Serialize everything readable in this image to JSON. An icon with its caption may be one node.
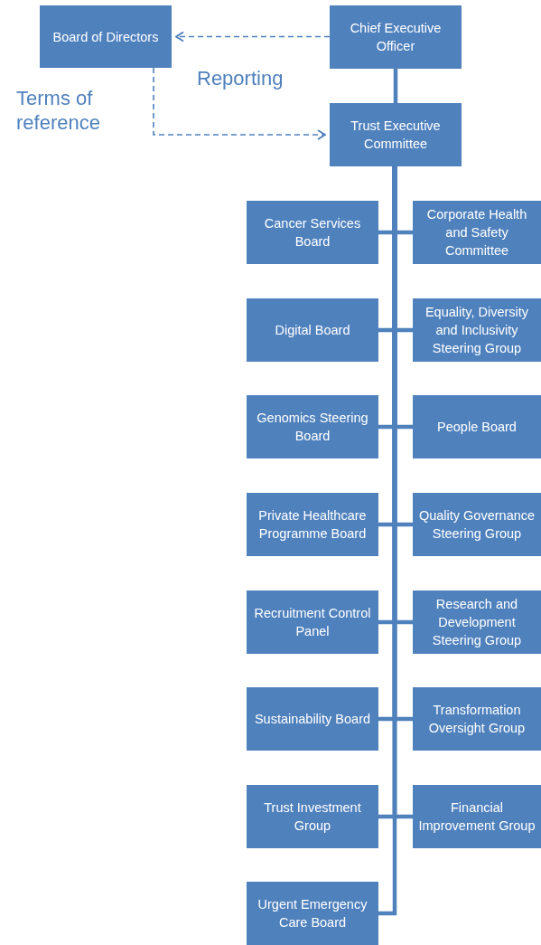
{
  "diagram": {
    "nodes": [
      {
        "text": [
          "Board of Directors"
        ]
      },
      {
        "text": [
          "Chief Executive Officer"
        ]
      },
      {
        "text": [
          "Trust Executive Committee"
        ]
      },
      {
        "text": [
          "Cancer Services Board"
        ]
      },
      {
        "text": [
          "Corporate Health and Safety Committee"
        ]
      },
      {
        "text": [
          "Digital Board"
        ]
      },
      {
        "text": [
          "Equality, Diversity and Inclusivity Steering Group"
        ]
      },
      {
        "text": [
          "Genomics Steering Board"
        ]
      },
      {
        "text": [
          "People Board"
        ]
      },
      {
        "text": [
          "Private Healthcare Programme Board"
        ]
      },
      {
        "text": [
          "Quality Governance Steering Group"
        ]
      },
      {
        "text": [
          "Recruitment Control Panel"
        ]
      },
      {
        "text": [
          "Research and Development Steering Group"
        ]
      },
      {
        "text": [
          "Sustainability Board"
        ]
      },
      {
        "text": [
          "Transformation Oversight Group"
        ]
      },
      {
        "text": [
          "Trust Investment Group"
        ]
      },
      {
        "text": [
          "Financial Improvement Group"
        ]
      },
      {
        "text": [
          "Urgent Emergency Care Board"
        ]
      }
    ],
    "edges": [
      {
        "from": 1,
        "to": 0,
        "arrow": "to",
        "style": "dashed"
      },
      {
        "from": 0,
        "to": 2,
        "arrow": "to",
        "style": "dashed"
      },
      {
        "from": 1,
        "to": 2,
        "arrow": "none"
      },
      {
        "from": 2,
        "to": 3,
        "arrow": "none"
      },
      {
        "from": 2,
        "to": 4,
        "arrow": "none"
      },
      {
        "from": 2,
        "to": 5,
        "arrow": "none"
      },
      {
        "from": 2,
        "to": 6,
        "arrow": "none"
      },
      {
        "from": 2,
        "to": 7,
        "arrow": "none"
      },
      {
        "from": 2,
        "to": 8,
        "arrow": "none"
      },
      {
        "from": 2,
        "to": 9,
        "arrow": "none"
      },
      {
        "from": 2,
        "to": 10,
        "arrow": "none"
      },
      {
        "from": 2,
        "to": 11,
        "arrow": "none"
      },
      {
        "from": 2,
        "to": 12,
        "arrow": "none"
      },
      {
        "from": 2,
        "to": 13,
        "arrow": "none"
      },
      {
        "from": 2,
        "to": 14,
        "arrow": "none"
      },
      {
        "from": 2,
        "to": 15,
        "arrow": "none"
      },
      {
        "from": 2,
        "to": 16,
        "arrow": "none"
      },
      {
        "from": 2,
        "to": 17,
        "arrow": "none"
      }
    ],
    "labels": [
      "Reporting",
      "Terms of reference"
    ]
  }
}
